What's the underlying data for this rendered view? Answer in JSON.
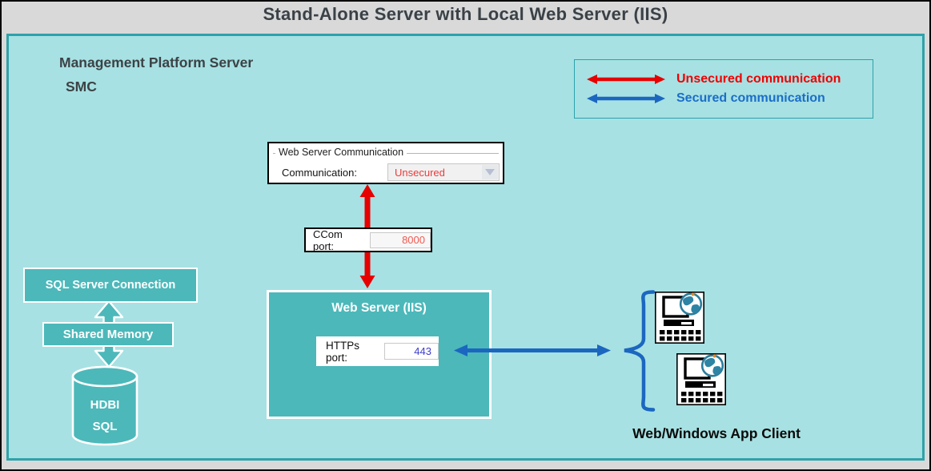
{
  "window": {
    "title": "Stand-Alone Server with Local Web Server (IIS)"
  },
  "platform": {
    "title": "Management Platform Server",
    "subtitle": "SMC"
  },
  "legend": {
    "items": [
      {
        "label": "Unsecured communication",
        "color": "#f00000",
        "type": "unsecured"
      },
      {
        "label": "Secured communication",
        "color": "#1b6ec8",
        "type": "secured"
      }
    ]
  },
  "web_server_communication": {
    "group_label": "Web Server Communication",
    "field_label": "Communication:",
    "selected_value": "Unsecured"
  },
  "ccom": {
    "label": "CCom port:",
    "value": "8000"
  },
  "web_server_iis": {
    "title": "Web Server (IIS)",
    "https_label": "HTTPs port:",
    "https_value": "443"
  },
  "database": {
    "connection_label": "SQL Server Connection",
    "shared_memory_label": "Shared Memory",
    "cylinder_line1": "HDBI",
    "cylinder_line2": "SQL"
  },
  "client": {
    "label": "Web/Windows App Client"
  },
  "colors": {
    "unsecured_red": "#e60000",
    "secured_blue": "#1b67c0",
    "node_teal": "#4cb8ba",
    "panel_teal": "#a7e1e3",
    "panel_border": "#2da2aa",
    "port_value_red": "#f2594f",
    "port_value_blue": "#3d3dcc"
  }
}
